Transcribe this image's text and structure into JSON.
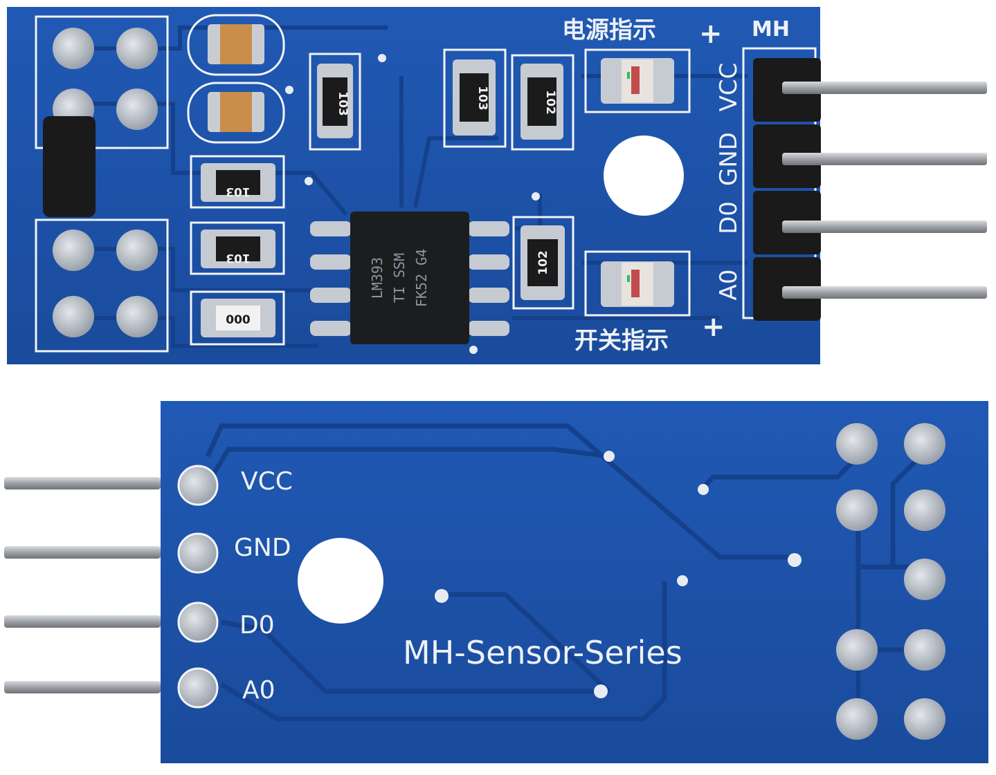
{
  "top_board": {
    "header_label": "MH",
    "pin_labels": [
      "VCC",
      "GND",
      "D0",
      "A0"
    ],
    "power_indicator": "电源指示",
    "switch_indicator": "开关指示",
    "plus_sign": "+",
    "chip_lines": [
      "LM393",
      "TI SSM",
      "FK52 G4"
    ],
    "resistors": [
      "103",
      "103",
      "102",
      "103",
      "103",
      "102",
      "000"
    ]
  },
  "bottom_board": {
    "pin_labels": [
      "VCC",
      "GND",
      "D0",
      "A0"
    ],
    "series_label": "MH-Sensor-Series"
  },
  "colors": {
    "pcb_blue": "#1d52a8",
    "pcb_dark": "#163f86",
    "silkscreen": "#f2f4f7",
    "pad_silver": "#c6cbd2",
    "header_black": "#1a1a1a",
    "pin_metal": "#b9bcc0"
  }
}
